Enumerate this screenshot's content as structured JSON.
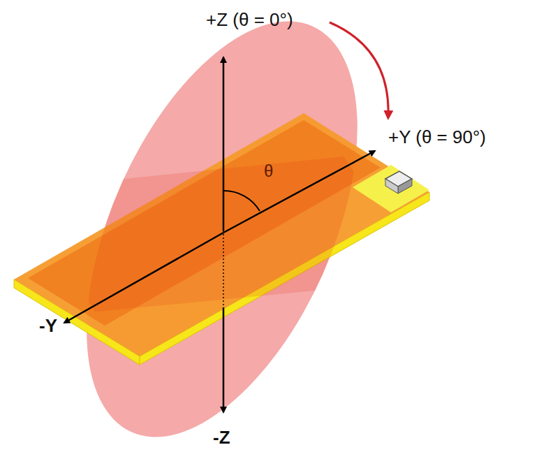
{
  "diagram": {
    "labels": [
      "+Z (θ = 0°)",
      "+Y (θ = 90°)",
      "θ",
      "-Y",
      "-Z"
    ]
  }
}
